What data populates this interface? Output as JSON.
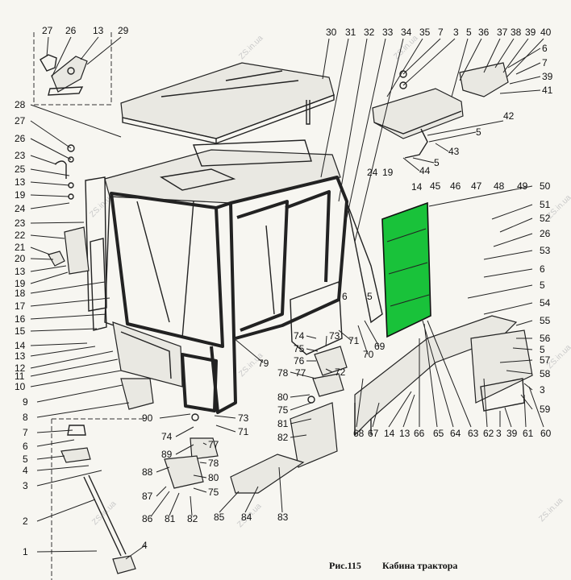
{
  "caption": {
    "fig": "Рис.115",
    "title": "Кабина трактора"
  },
  "watermark": "ZS.in.ua",
  "highlight_color": "#19c23a",
  "labels": {
    "l27a": "27",
    "l26a": "26",
    "l13a": "13",
    "l29": "29",
    "l30": "30",
    "l31": "31",
    "l32": "32",
    "l33": "33",
    "l34": "34",
    "l35": "35",
    "l7a": "7",
    "l3a": "3",
    "l5a": "5",
    "l36": "36",
    "l37": "37",
    "l38": "38",
    "l39a": "39",
    "l40": "40",
    "l6a": "6",
    "l7b": "7",
    "l39b": "39",
    "l41": "41",
    "l42": "42",
    "l5b": "5",
    "l43": "43",
    "l5c": "5",
    "l44": "44",
    "l28": "28",
    "l27b": "27",
    "l26b": "26",
    "l23a": "23",
    "l25": "25",
    "l13b": "13",
    "l19a": "19",
    "l24a": "24",
    "l23b": "23",
    "l22": "22",
    "l21": "21",
    "l20": "20",
    "l13c": "13",
    "l19b": "19",
    "l24b": "24",
    "l19c": "19",
    "l14a": "14",
    "l45": "45",
    "l46": "46",
    "l47": "47",
    "l48": "48",
    "l49": "49",
    "l50": "50",
    "l51": "51",
    "l52": "52",
    "l26c": "26",
    "l53": "53",
    "l6b": "6",
    "l5d": "5",
    "l18": "18",
    "l17": "17",
    "l16": "16",
    "l15": "15",
    "l14b": "14",
    "l13d": "13",
    "l12": "12",
    "l11": "11",
    "l10": "10",
    "l9": "9",
    "l8": "8",
    "l54": "54",
    "l55": "55",
    "l56": "56",
    "l5e": "5",
    "l57": "57",
    "l58": "58",
    "l3b": "3",
    "l59": "59",
    "l6c": "6",
    "l5f": "5",
    "l74a": "74",
    "l75a": "75",
    "l73a": "73",
    "l76": "76",
    "l72": "72",
    "l71a": "71",
    "l70": "70",
    "l69": "69",
    "l79": "79",
    "l78a": "78",
    "l77a": "77",
    "l80a": "80",
    "l75b": "75",
    "l81a": "81",
    "l82a": "82",
    "l90": "90",
    "l73b": "73",
    "l74b": "74",
    "l71b": "71",
    "l89": "89",
    "l77b": "77",
    "l78b": "78",
    "l88": "88",
    "l80b": "80",
    "l87": "87",
    "l75c": "75",
    "l86": "86",
    "l81b": "81",
    "l82b": "82",
    "l85": "85",
    "l84": "84",
    "l83": "83",
    "l68": "68",
    "l67": "67",
    "l14c": "14",
    "l13e": "13",
    "l66": "66",
    "l65": "65",
    "l64": "64",
    "l63": "63",
    "l62": "62",
    "l3c": "3",
    "l39c": "39",
    "l61": "61",
    "l60": "60",
    "l7c": "7",
    "l6d": "6",
    "l5g": "5",
    "l4a": "4",
    "l3d": "3",
    "l2": "2",
    "l1": "1",
    "l4b": "4"
  }
}
